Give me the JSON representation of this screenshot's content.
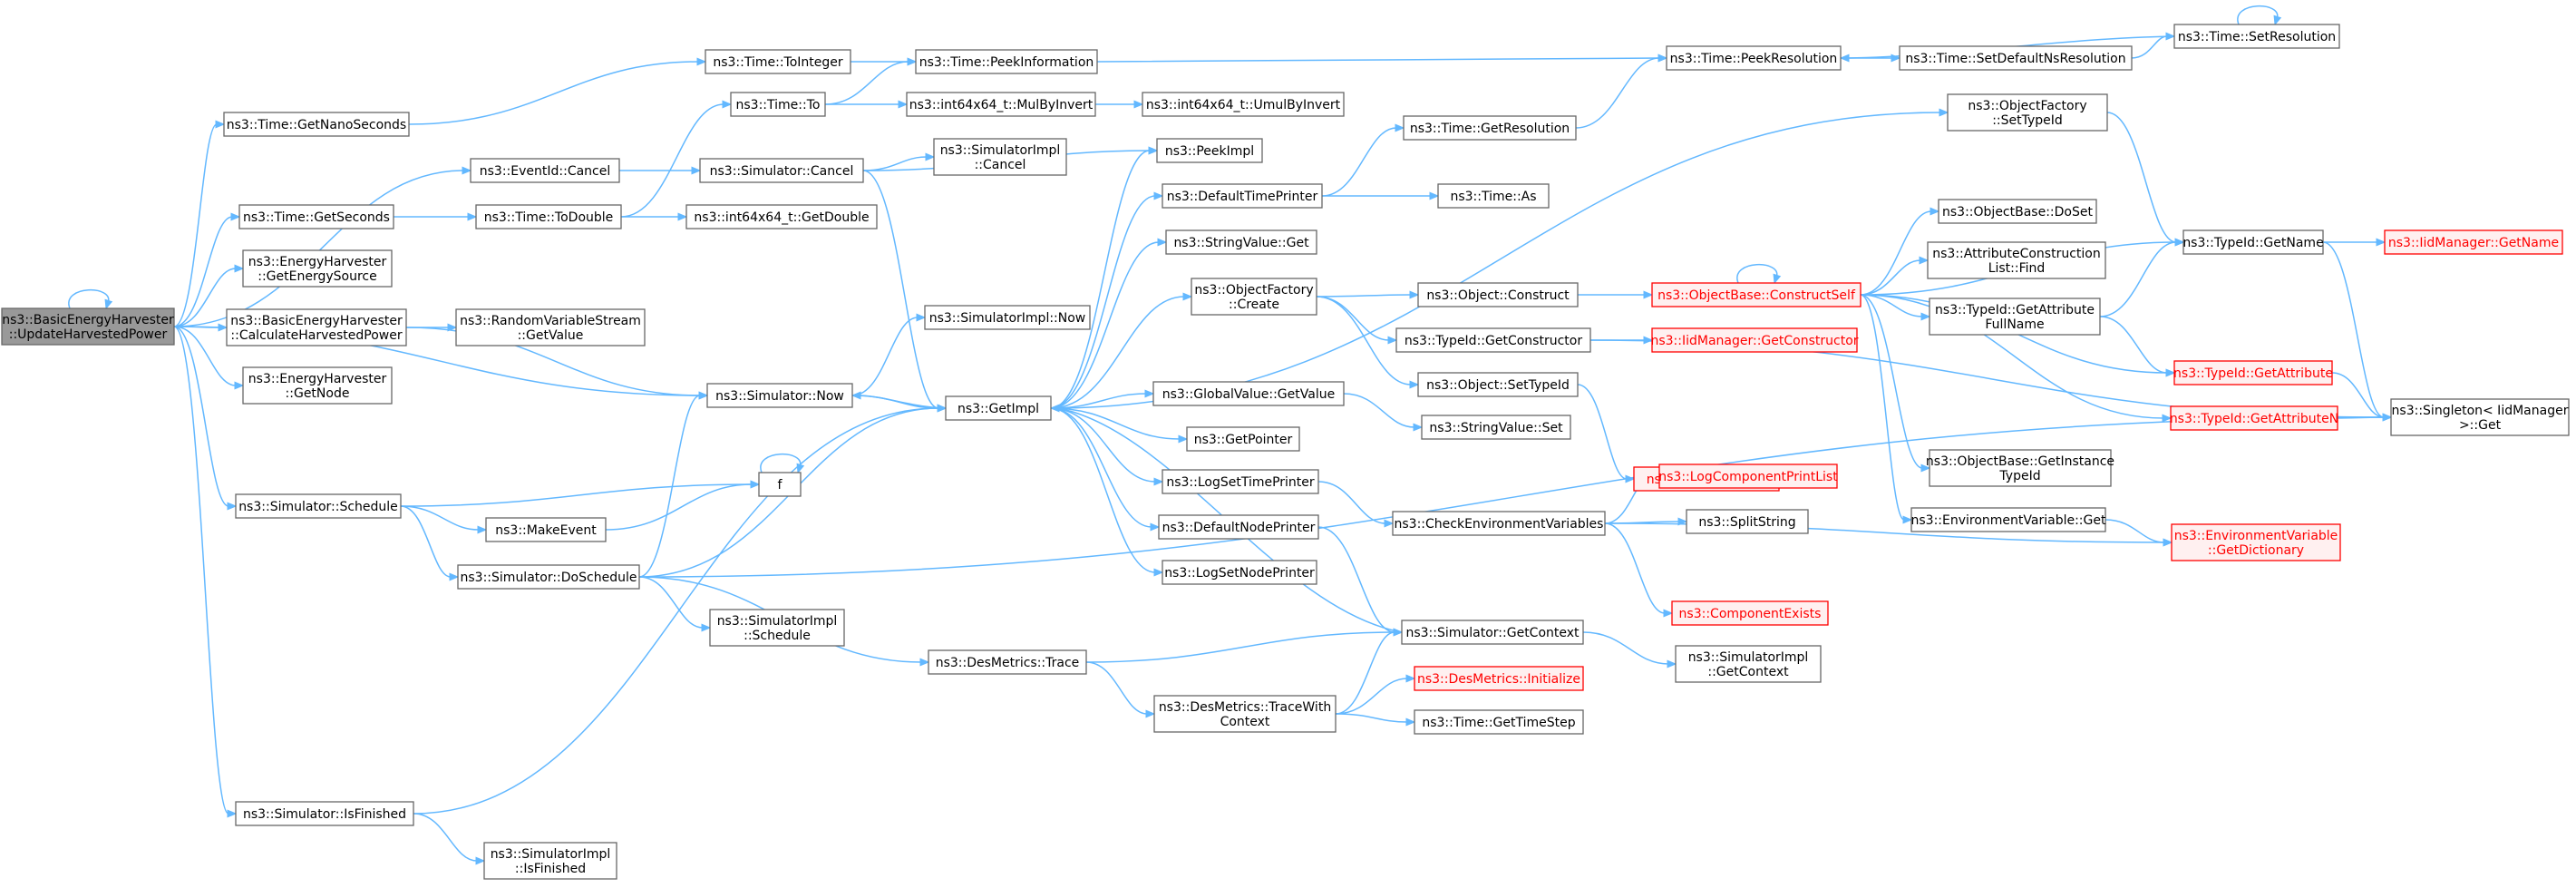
{
  "title": "",
  "colors": {
    "edge": "#63b8ff",
    "node_border": "#666666",
    "root_fill": "#999999",
    "red_border": "#ff0000",
    "red_fill": "#fff0f0"
  },
  "nodes": [
    {
      "id": "root",
      "lines": [
        "ns3::BasicEnergyHarvester",
        "::UpdateHarvestedPower"
      ],
      "style": "root"
    },
    {
      "id": "getNanoSeconds",
      "lines": [
        "ns3::Time::GetNanoSeconds"
      ]
    },
    {
      "id": "toInteger",
      "lines": [
        "ns3::Time::ToInteger"
      ]
    },
    {
      "id": "peekInformation",
      "lines": [
        "ns3::Time::PeekInformation"
      ]
    },
    {
      "id": "peekResolution",
      "lines": [
        "ns3::Time::PeekResolution"
      ]
    },
    {
      "id": "setDefaultNs",
      "lines": [
        "ns3::Time::SetDefaultNsResolution"
      ]
    },
    {
      "id": "setResolution",
      "lines": [
        "ns3::Time::SetResolution"
      ]
    },
    {
      "id": "timeTo",
      "lines": [
        "ns3::Time::To"
      ]
    },
    {
      "id": "mulByInvert",
      "lines": [
        "ns3::int64x64_t::MulByInvert"
      ]
    },
    {
      "id": "umulByInvert",
      "lines": [
        "ns3::int64x64_t::UmulByInvert"
      ]
    },
    {
      "id": "eventCancel",
      "lines": [
        "ns3::EventId::Cancel"
      ]
    },
    {
      "id": "simCancel",
      "lines": [
        "ns3::Simulator::Cancel"
      ]
    },
    {
      "id": "simImplCancel",
      "lines": [
        "ns3::SimulatorImpl",
        "::Cancel"
      ]
    },
    {
      "id": "peekImpl",
      "lines": [
        "ns3::PeekImpl"
      ]
    },
    {
      "id": "getSeconds",
      "lines": [
        "ns3::Time::GetSeconds"
      ]
    },
    {
      "id": "toDouble",
      "lines": [
        "ns3::Time::ToDouble"
      ]
    },
    {
      "id": "getDouble",
      "lines": [
        "ns3::int64x64_t::GetDouble"
      ]
    },
    {
      "id": "getEnergySource",
      "lines": [
        "ns3::EnergyHarvester",
        "::GetEnergySource"
      ]
    },
    {
      "id": "calcPower",
      "lines": [
        "ns3::BasicEnergyHarvester",
        "::CalculateHarvestedPower"
      ]
    },
    {
      "id": "rvsGetValue",
      "lines": [
        "ns3::RandomVariableStream",
        "::GetValue"
      ]
    },
    {
      "id": "getNode",
      "lines": [
        "ns3::EnergyHarvester",
        "::GetNode"
      ]
    },
    {
      "id": "simImplNow",
      "lines": [
        "ns3::SimulatorImpl::Now"
      ]
    },
    {
      "id": "simNow",
      "lines": [
        "ns3::Simulator::Now"
      ]
    },
    {
      "id": "getImpl",
      "lines": [
        "ns3::GetImpl"
      ]
    },
    {
      "id": "fnF",
      "lines": [
        "f"
      ]
    },
    {
      "id": "simSchedule",
      "lines": [
        "ns3::Simulator::Schedule"
      ]
    },
    {
      "id": "makeEvent",
      "lines": [
        "ns3::MakeEvent"
      ]
    },
    {
      "id": "doSchedule",
      "lines": [
        "ns3::Simulator::DoSchedule"
      ]
    },
    {
      "id": "simImplSchedule",
      "lines": [
        "ns3::SimulatorImpl",
        "::Schedule"
      ]
    },
    {
      "id": "desTrace",
      "lines": [
        "ns3::DesMetrics::Trace"
      ]
    },
    {
      "id": "desTraceWith",
      "lines": [
        "ns3::DesMetrics::TraceWith",
        "Context"
      ]
    },
    {
      "id": "isFinished",
      "lines": [
        "ns3::Simulator::IsFinished"
      ]
    },
    {
      "id": "simImplIsFinished",
      "lines": [
        "ns3::SimulatorImpl",
        "::IsFinished"
      ]
    },
    {
      "id": "defaultTimePrinter",
      "lines": [
        "ns3::DefaultTimePrinter"
      ]
    },
    {
      "id": "getResolution",
      "lines": [
        "ns3::Time::GetResolution"
      ]
    },
    {
      "id": "timeAs",
      "lines": [
        "ns3::Time::As"
      ]
    },
    {
      "id": "stringValueGet",
      "lines": [
        "ns3::StringValue::Get"
      ]
    },
    {
      "id": "objFactoryCreate",
      "lines": [
        "ns3::ObjectFactory",
        "::Create"
      ]
    },
    {
      "id": "globalValueGet",
      "lines": [
        "ns3::GlobalValue::GetValue"
      ]
    },
    {
      "id": "getPointer",
      "lines": [
        "ns3::GetPointer"
      ]
    },
    {
      "id": "logSetTimePrinter",
      "lines": [
        "ns3::LogSetTimePrinter"
      ]
    },
    {
      "id": "defaultNodePrinter",
      "lines": [
        "ns3::DefaultNodePrinter"
      ]
    },
    {
      "id": "logSetNodePrinter",
      "lines": [
        "ns3::LogSetNodePrinter"
      ]
    },
    {
      "id": "objConstruct",
      "lines": [
        "ns3::Object::Construct"
      ]
    },
    {
      "id": "typeIdGetConstructor",
      "lines": [
        "ns3::TypeId::GetConstructor"
      ]
    },
    {
      "id": "objSetTypeId",
      "lines": [
        "ns3::Object::SetTypeId"
      ]
    },
    {
      "id": "stringValueSet",
      "lines": [
        "ns3::StringValue::Set"
      ]
    },
    {
      "id": "objCheck",
      "lines": [
        "ns3::Object::Check"
      ],
      "style": "red"
    },
    {
      "id": "checkEnvVars",
      "lines": [
        "ns3::CheckEnvironmentVariables"
      ]
    },
    {
      "id": "logCompPrintList",
      "lines": [
        "ns3::LogComponentPrintList"
      ],
      "style": "red"
    },
    {
      "id": "splitString",
      "lines": [
        "ns3::SplitString"
      ]
    },
    {
      "id": "componentExists",
      "lines": [
        "ns3::ComponentExists"
      ],
      "style": "red"
    },
    {
      "id": "simGetContext",
      "lines": [
        "ns3::Simulator::GetContext"
      ]
    },
    {
      "id": "simImplGetContext",
      "lines": [
        "ns3::SimulatorImpl",
        "::GetContext"
      ]
    },
    {
      "id": "desInitialize",
      "lines": [
        "ns3::DesMetrics::Initialize"
      ],
      "style": "red"
    },
    {
      "id": "timeGetTimeStep",
      "lines": [
        "ns3::Time::GetTimeStep"
      ]
    },
    {
      "id": "objFactorySetTypeId",
      "lines": [
        "ns3::ObjectFactory",
        "::SetTypeId"
      ]
    },
    {
      "id": "constructSelf",
      "lines": [
        "ns3::ObjectBase::ConstructSelf"
      ],
      "style": "red"
    },
    {
      "id": "iidGetConstructor",
      "lines": [
        "ns3::IidManager::GetConstructor"
      ],
      "style": "red"
    },
    {
      "id": "doSet",
      "lines": [
        "ns3::ObjectBase::DoSet"
      ]
    },
    {
      "id": "attrConstructFind",
      "lines": [
        "ns3::AttributeConstruction",
        "List::Find"
      ]
    },
    {
      "id": "typeIdGetAttrFullName",
      "lines": [
        "ns3::TypeId::GetAttribute",
        "FullName"
      ]
    },
    {
      "id": "getInstanceTypeId",
      "lines": [
        "ns3::ObjectBase::GetInstance",
        "TypeId"
      ]
    },
    {
      "id": "envVarGet",
      "lines": [
        "ns3::EnvironmentVariable::Get"
      ]
    },
    {
      "id": "envVarGetDict",
      "lines": [
        "ns3::EnvironmentVariable",
        "::GetDictionary"
      ],
      "style": "red"
    },
    {
      "id": "typeIdGetName",
      "lines": [
        "ns3::TypeId::GetName"
      ]
    },
    {
      "id": "iidGetName",
      "lines": [
        "ns3::IidManager::GetName"
      ],
      "style": "red"
    },
    {
      "id": "typeIdGetAttribute",
      "lines": [
        "ns3::TypeId::GetAttribute"
      ],
      "style": "red"
    },
    {
      "id": "typeIdGetAttributeN",
      "lines": [
        "ns3::TypeId::GetAttributeN"
      ],
      "style": "red"
    },
    {
      "id": "singletonGet",
      "lines": [
        "ns3::Singleton< IidManager",
        " >::Get"
      ]
    }
  ],
  "edges": [
    [
      "root",
      "root"
    ],
    [
      "root",
      "getNanoSeconds"
    ],
    [
      "getNanoSeconds",
      "toInteger"
    ],
    [
      "toInteger",
      "peekInformation"
    ],
    [
      "peekInformation",
      "peekResolution"
    ],
    [
      "peekResolution",
      "setDefaultNs"
    ],
    [
      "setDefaultNs",
      "setResolution"
    ],
    [
      "setResolution",
      "peekResolution"
    ],
    [
      "setResolution",
      "setResolution"
    ],
    [
      "root",
      "eventCancel"
    ],
    [
      "eventCancel",
      "simCancel"
    ],
    [
      "simCancel",
      "simImplCancel"
    ],
    [
      "simCancel",
      "peekImpl"
    ],
    [
      "simCancel",
      "getImpl"
    ],
    [
      "root",
      "getSeconds"
    ],
    [
      "getSeconds",
      "toDouble"
    ],
    [
      "toDouble",
      "timeTo"
    ],
    [
      "toDouble",
      "getDouble"
    ],
    [
      "timeTo",
      "peekInformation"
    ],
    [
      "timeTo",
      "mulByInvert"
    ],
    [
      "mulByInvert",
      "umulByInvert"
    ],
    [
      "root",
      "getEnergySource"
    ],
    [
      "root",
      "calcPower"
    ],
    [
      "calcPower",
      "rvsGetValue"
    ],
    [
      "calcPower",
      "simNow"
    ],
    [
      "root",
      "getNode"
    ],
    [
      "root",
      "simNow"
    ],
    [
      "simNow",
      "simImplNow"
    ],
    [
      "simNow",
      "getImpl"
    ],
    [
      "root",
      "simSchedule"
    ],
    [
      "simSchedule",
      "fnF"
    ],
    [
      "simSchedule",
      "makeEvent"
    ],
    [
      "simSchedule",
      "doSchedule"
    ],
    [
      "fnF",
      "fnF"
    ],
    [
      "makeEvent",
      "fnF"
    ],
    [
      "doSchedule",
      "simNow"
    ],
    [
      "doSchedule",
      "getImpl"
    ],
    [
      "doSchedule",
      "simImplSchedule"
    ],
    [
      "doSchedule",
      "desTrace"
    ],
    [
      "doSchedule",
      "singletonGet"
    ],
    [
      "desTrace",
      "simGetContext"
    ],
    [
      "desTrace",
      "desTraceWith"
    ],
    [
      "desTraceWith",
      "simGetContext"
    ],
    [
      "desTraceWith",
      "desInitialize"
    ],
    [
      "desTraceWith",
      "timeGetTimeStep"
    ],
    [
      "root",
      "isFinished"
    ],
    [
      "isFinished",
      "getImpl"
    ],
    [
      "isFinished",
      "simImplIsFinished"
    ],
    [
      "getImpl",
      "peekImpl"
    ],
    [
      "getImpl",
      "defaultTimePrinter"
    ],
    [
      "getImpl",
      "stringValueGet"
    ],
    [
      "getImpl",
      "objFactoryCreate"
    ],
    [
      "getImpl",
      "globalValueGet"
    ],
    [
      "getImpl",
      "getPointer"
    ],
    [
      "getImpl",
      "logSetTimePrinter"
    ],
    [
      "getImpl",
      "defaultNodePrinter"
    ],
    [
      "getImpl",
      "logSetNodePrinter"
    ],
    [
      "getImpl",
      "objFactorySetTypeId"
    ],
    [
      "getImpl",
      "simNow"
    ],
    [
      "defaultTimePrinter",
      "getResolution"
    ],
    [
      "defaultTimePrinter",
      "timeAs"
    ],
    [
      "getResolution",
      "peekResolution"
    ],
    [
      "objFactoryCreate",
      "objConstruct"
    ],
    [
      "objFactoryCreate",
      "typeIdGetConstructor"
    ],
    [
      "objFactoryCreate",
      "objSetTypeId"
    ],
    [
      "objConstruct",
      "constructSelf"
    ],
    [
      "typeIdGetConstructor",
      "iidGetConstructor"
    ],
    [
      "typeIdGetConstructor",
      "singletonGet"
    ],
    [
      "objSetTypeId",
      "objCheck"
    ],
    [
      "globalValueGet",
      "stringValueSet"
    ],
    [
      "logSetTimePrinter",
      "checkEnvVars"
    ],
    [
      "checkEnvVars",
      "logCompPrintList"
    ],
    [
      "checkEnvVars",
      "splitString"
    ],
    [
      "checkEnvVars",
      "componentExists"
    ],
    [
      "checkEnvVars",
      "envVarGetDict"
    ],
    [
      "defaultNodePrinter",
      "simGetContext"
    ],
    [
      "simGetContext",
      "getImpl"
    ],
    [
      "simGetContext",
      "simImplGetContext"
    ],
    [
      "objFactorySetTypeId",
      "typeIdGetName"
    ],
    [
      "constructSelf",
      "constructSelf"
    ],
    [
      "constructSelf",
      "doSet"
    ],
    [
      "constructSelf",
      "attrConstructFind"
    ],
    [
      "constructSelf",
      "typeIdGetAttrFullName"
    ],
    [
      "constructSelf",
      "getInstanceTypeId"
    ],
    [
      "constructSelf",
      "envVarGet"
    ],
    [
      "constructSelf",
      "typeIdGetAttribute"
    ],
    [
      "constructSelf",
      "typeIdGetAttributeN"
    ],
    [
      "constructSelf",
      "typeIdGetName"
    ],
    [
      "typeIdGetAttrFullName",
      "typeIdGetName"
    ],
    [
      "typeIdGetAttrFullName",
      "typeIdGetAttribute"
    ],
    [
      "envVarGet",
      "envVarGetDict"
    ],
    [
      "typeIdGetName",
      "iidGetName"
    ],
    [
      "typeIdGetName",
      "singletonGet"
    ],
    [
      "typeIdGetAttribute",
      "singletonGet"
    ],
    [
      "typeIdGetAttributeN",
      "singletonGet"
    ]
  ]
}
